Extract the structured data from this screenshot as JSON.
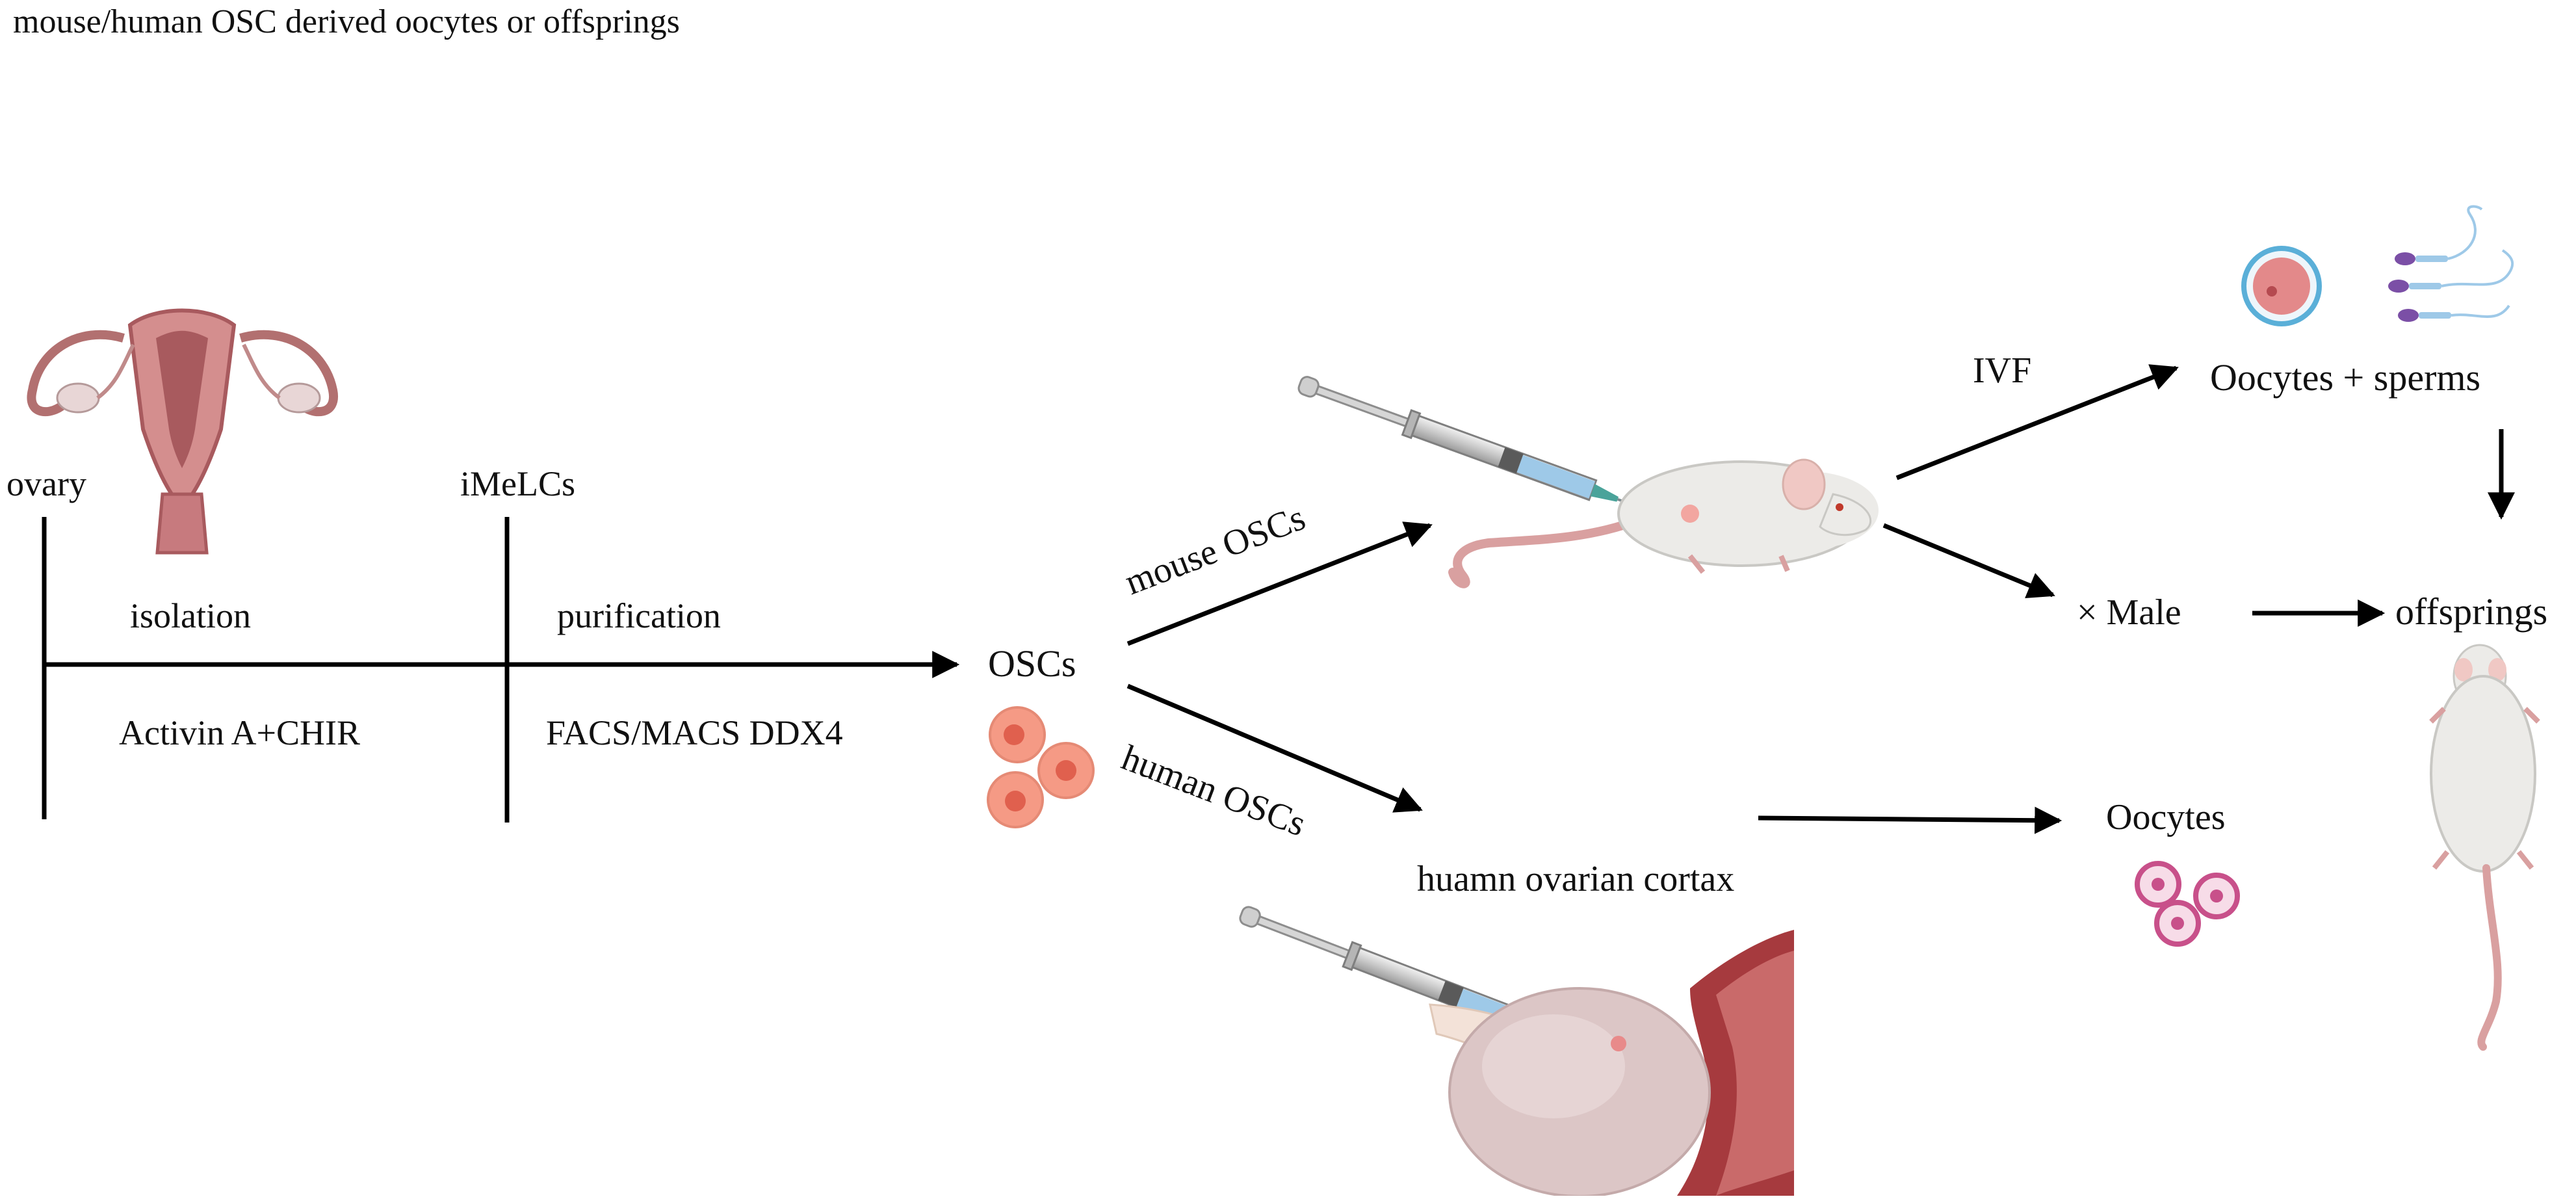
{
  "title": "mouse/human OSC derived oocytes or offsprings",
  "labels": {
    "ovary": "ovary",
    "imelcs": "iMeLCs",
    "isolation": "isolation",
    "activin": "Activin A+CHIR",
    "purification": "purification",
    "facs": "FACS/MACS DDX4",
    "oscs": "OSCs",
    "mouse_oscs": "mouse OSCs",
    "human_oscs": "human OSCs",
    "ivf": "IVF",
    "oocytes_sperms": "Oocytes + sperms",
    "male": "× Male",
    "offsprings": "offsprings",
    "cortax": "huamn ovarian cortax",
    "oocytes": "Oocytes"
  },
  "icons": [
    "uterus-ovary-icon",
    "osc-cells-icon",
    "syringe-icon",
    "mouse-icon",
    "oocyte-icon",
    "sperm-icon",
    "ovarian-cortex-icon",
    "oocytes-cluster-icon",
    "offspring-mouse-icon"
  ],
  "colors": {
    "uterus": "#c98a8a",
    "uterus_dark": "#a85a5e",
    "cell": "#f5907a",
    "cell_nucleus": "#e0604e",
    "mouse_body": "#ecebe8",
    "oocyte_ring": "#5aafd8",
    "oocyte_cluster": "#c8508a",
    "cortex": "#d8c4c4",
    "cortex_dark": "#9c3c3c"
  }
}
